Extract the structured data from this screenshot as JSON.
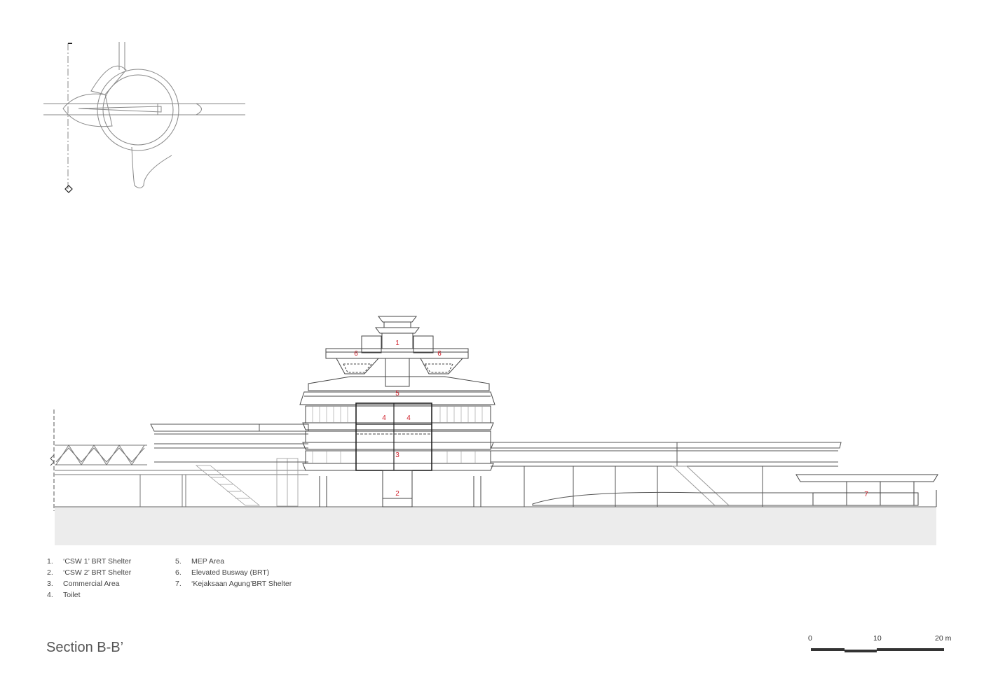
{
  "title": "Section B-B’",
  "legend": [
    {
      "num": "1.",
      "text": "‘CSW 1’ BRT Shelter"
    },
    {
      "num": "2.",
      "text": "‘CSW 2’ BRT Shelter"
    },
    {
      "num": "3.",
      "text": "Commercial Area"
    },
    {
      "num": "4.",
      "text": "Toilet"
    },
    {
      "num": "5.",
      "text": "MEP Area"
    },
    {
      "num": "6.",
      "text": "Elevated Busway (BRT)"
    },
    {
      "num": "7.",
      "text": "‘Kejaksaan Agung’BRT Shelter"
    }
  ],
  "scale": {
    "start": "0",
    "mid": "10",
    "end": "20 m"
  },
  "markers": {
    "m1": "1",
    "m2": "2",
    "m3": "3",
    "m4": "4",
    "m5": "5",
    "m6": "6",
    "m7": "7"
  },
  "colors": {
    "line": "#555555",
    "marker": "#d0202a",
    "ground": "#ececec"
  }
}
